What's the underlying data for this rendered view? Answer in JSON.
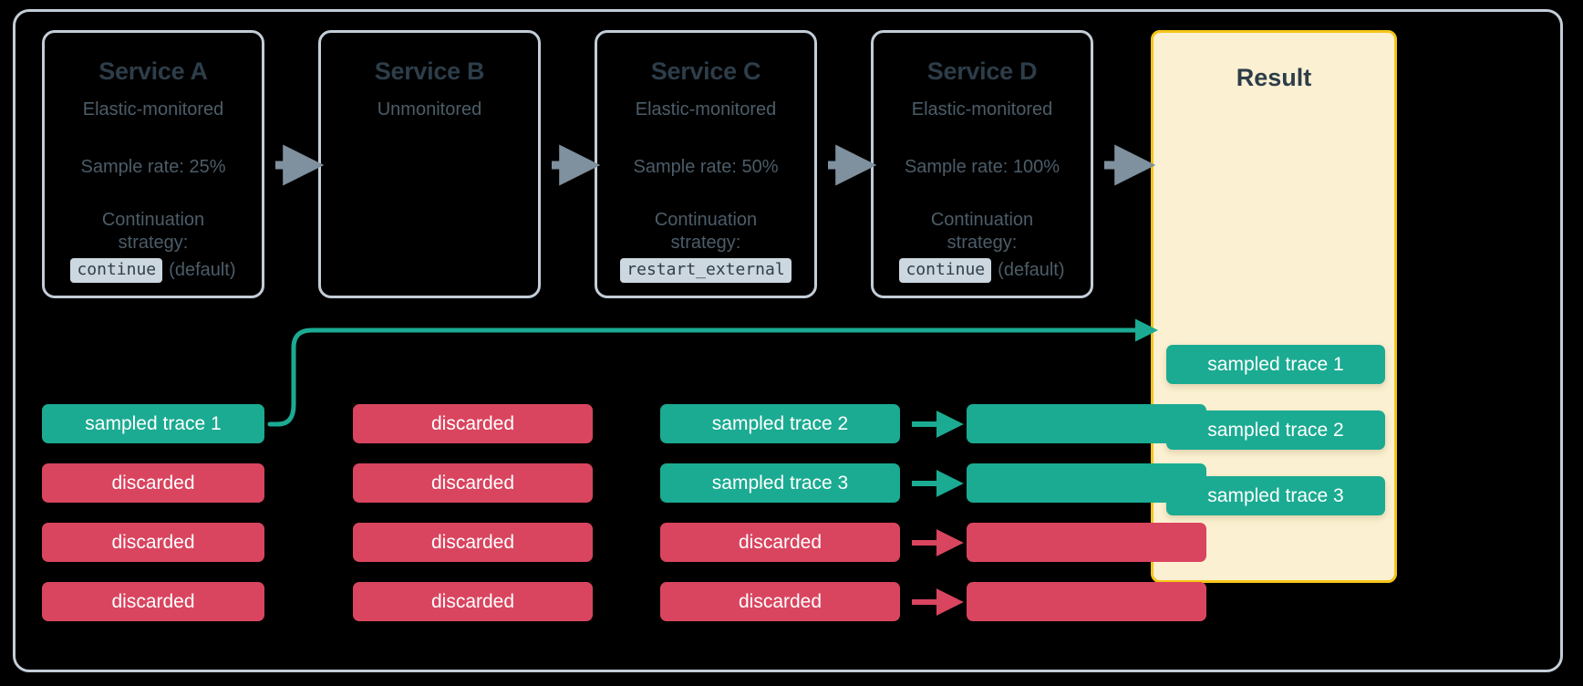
{
  "diagram": {
    "title": "Distributed tracing sampling across services",
    "colors": {
      "background": "#000000",
      "frame_border": "#c3cdd8",
      "card_border": "#c3cdd8",
      "card_text": "#4c5d69",
      "card_title": "#2d3d49",
      "sampled_green": "#1bab92",
      "discarded_red": "#d9455f",
      "result_panel_bg": "#fbf0d1",
      "result_panel_border": "#f5c518",
      "code_chip_bg": "#ccd7e0",
      "grey_arrow": "#7f909e"
    }
  },
  "services": [
    {
      "name": "Service A",
      "monitoring": "Elastic-monitored",
      "sample_rate": "Sample rate: 25%",
      "strategy_label": "Continuation strategy:",
      "strategy_value": "continue",
      "strategy_note": "(default)"
    },
    {
      "name": "Service B",
      "monitoring": "Unmonitored",
      "sample_rate": "",
      "strategy_label": "",
      "strategy_value": "",
      "strategy_note": ""
    },
    {
      "name": "Service C",
      "monitoring": "Elastic-monitored",
      "sample_rate": "Sample rate: 50%",
      "strategy_label": "Continuation strategy:",
      "strategy_value": "restart_external",
      "strategy_note": ""
    },
    {
      "name": "Service D",
      "monitoring": "Elastic-monitored",
      "sample_rate": "Sample rate: 100%",
      "strategy_label": "Continuation strategy:",
      "strategy_value": "continue",
      "strategy_note": "(default)"
    }
  ],
  "result": {
    "title": "Result",
    "traces": [
      {
        "label": "sampled trace 1",
        "state": "sampled"
      },
      {
        "label": "sampled trace 2",
        "state": "sampled"
      },
      {
        "label": "sampled trace 3",
        "state": "sampled"
      }
    ]
  },
  "columns": [
    {
      "service": "Service A",
      "traces": [
        {
          "label": "sampled trace 1",
          "state": "sampled"
        },
        {
          "label": "discarded",
          "state": "discarded"
        },
        {
          "label": "discarded",
          "state": "discarded"
        },
        {
          "label": "discarded",
          "state": "discarded"
        }
      ]
    },
    {
      "service": "Service B",
      "traces": [
        {
          "label": "discarded",
          "state": "discarded"
        },
        {
          "label": "discarded",
          "state": "discarded"
        },
        {
          "label": "discarded",
          "state": "discarded"
        },
        {
          "label": "discarded",
          "state": "discarded"
        }
      ]
    },
    {
      "service": "Service C",
      "traces": [
        {
          "label": "sampled trace 2",
          "state": "sampled"
        },
        {
          "label": "sampled trace 3",
          "state": "sampled"
        },
        {
          "label": "discarded",
          "state": "discarded"
        },
        {
          "label": "discarded",
          "state": "discarded"
        }
      ]
    },
    {
      "service": "Service D",
      "traces": [
        {
          "label": "",
          "state": "sampled"
        },
        {
          "label": "",
          "state": "sampled"
        },
        {
          "label": "",
          "state": "discarded"
        },
        {
          "label": "",
          "state": "discarded"
        }
      ]
    }
  ],
  "flow_arrows": {
    "service_chain": [
      "A-to-B",
      "B-to-C",
      "C-to-D",
      "D-to-Result"
    ],
    "trace_arrows": [
      {
        "from": "C-row1",
        "to": "D-row1",
        "state": "sampled"
      },
      {
        "from": "C-row2",
        "to": "D-row2",
        "state": "sampled"
      },
      {
        "from": "C-row3",
        "to": "D-row3",
        "state": "discarded"
      },
      {
        "from": "C-row4",
        "to": "D-row4",
        "state": "discarded"
      },
      {
        "from": "D-row1",
        "to": "result-2",
        "state": "sampled"
      },
      {
        "from": "D-row2",
        "to": "result-3",
        "state": "sampled"
      }
    ],
    "curved_connector": {
      "from": "A-row1",
      "to": "result-1",
      "state": "sampled"
    }
  }
}
